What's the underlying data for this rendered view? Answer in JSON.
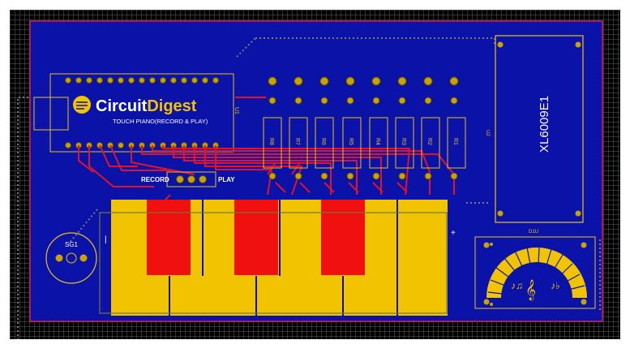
{
  "board": {
    "brand_circuit": "Circuit",
    "brand_digest": "Digest",
    "subtitle": "TOUCH PIANO(RECORD & PLAY)",
    "labels": {
      "record": "RECORD",
      "play": "PLAY",
      "buzzer": "SG1",
      "converter": "XL6009E1",
      "u2": "U2",
      "u1_label": "U1",
      "d1u": "D1U"
    },
    "resistors": [
      "R8",
      "R7",
      "R6",
      "R5",
      "R4",
      "R3",
      "R2",
      "R1"
    ],
    "colors": {
      "board": "#0a12a8",
      "outline": "#d81e5b",
      "copper_top": "#e0132c",
      "silk": "#e8c21a",
      "pad": "#c8a200",
      "key_white": "#f2c300",
      "key_black": "#f01010"
    }
  }
}
